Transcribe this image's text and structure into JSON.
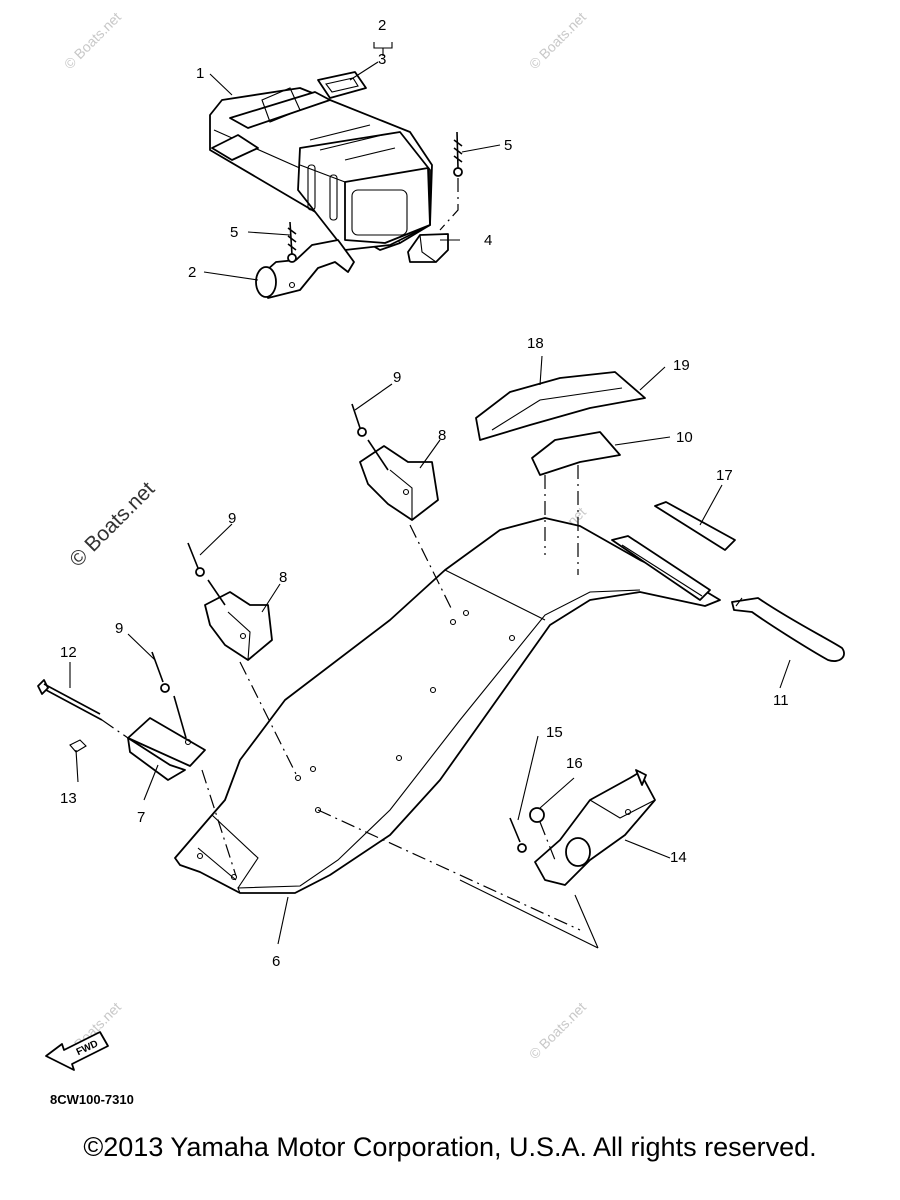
{
  "watermark": {
    "text": "© Boats.net",
    "small_text": "© Boats.net"
  },
  "diagram_code": "8CW100-7310",
  "fwd_label": "FWD",
  "copyright": "©2013 Yamaha Motor Corporation, U.S.A. All rights reserved.",
  "callouts": {
    "c1": "1",
    "c2a": "2",
    "c3": "3",
    "c5a": "5",
    "c5b": "5",
    "c4": "4",
    "c2b": "2",
    "c18": "18",
    "c19": "19",
    "c9a": "9",
    "c8a": "8",
    "c10": "10",
    "c17": "17",
    "c9b": "9",
    "c8b": "8",
    "c9c": "9",
    "c12": "12",
    "c13": "13",
    "c7": "7",
    "c15": "15",
    "c16": "16",
    "c14": "14",
    "c11": "11",
    "c6": "6"
  }
}
